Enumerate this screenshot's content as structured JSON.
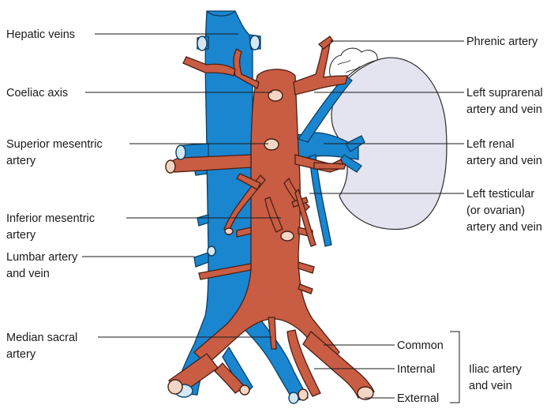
{
  "labels_left": {
    "hepatic_veins": "Hepatic veins",
    "coeliac_axis": "Coeliac axis",
    "superior_mesenteric_1": "Superior mesentric",
    "superior_mesenteric_2": "artery",
    "inferior_mesenteric_1": "Inferior mesentric",
    "inferior_mesenteric_2": "artery",
    "lumbar_1": "Lumbar artery",
    "lumbar_2": "and vein",
    "median_sacral_1": "Median sacral",
    "median_sacral_2": "artery"
  },
  "labels_right": {
    "phrenic": "Phrenic artery",
    "suprarenal_1": "Left suprarenal",
    "suprarenal_2": "artery and vein",
    "renal_1": "Left renal",
    "renal_2": "artery and vein",
    "testicular_1": "Left testicular",
    "testicular_2": "(or ovarian)",
    "testicular_3": "artery and vein",
    "common": "Common",
    "internal": "Internal",
    "external": "External",
    "iliac_1": "Iliac artery",
    "iliac_2": "and vein"
  },
  "colors": {
    "vein": "#1a86d0",
    "artery": "#c85d44",
    "kidney": "#e4e3f0"
  }
}
